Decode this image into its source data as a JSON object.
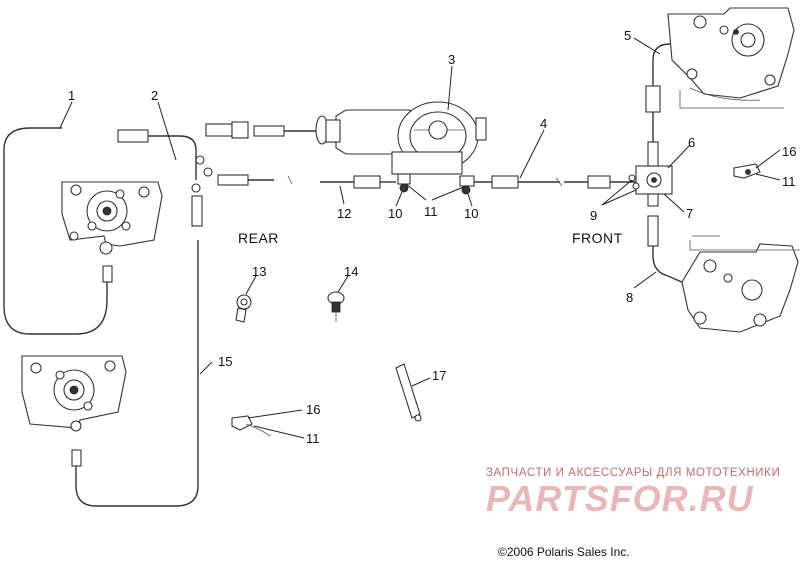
{
  "diagram": {
    "callouts": [
      "1",
      "2",
      "3",
      "4",
      "5",
      "6",
      "7",
      "8",
      "9",
      "10",
      "10",
      "11",
      "11",
      "11",
      "12",
      "13",
      "14",
      "15",
      "16",
      "16",
      "17"
    ],
    "zone_labels": {
      "rear": "REAR",
      "front": "FRONT"
    },
    "watermark": {
      "tagline": "ЗАПЧАСТИ И АКСЕССУАРЫ ДЛЯ МОТОТЕХНИКИ",
      "brand": "PARTSFOR.RU",
      "color": "#e9b7b7"
    },
    "copyright": "©2006 Polaris Sales Inc."
  }
}
